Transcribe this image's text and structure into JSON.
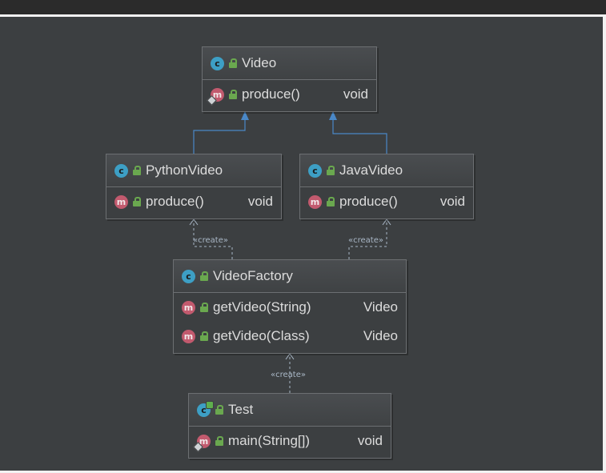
{
  "classes": {
    "video": {
      "name": "Video",
      "methods": [
        {
          "name": "produce()",
          "type": "void"
        }
      ]
    },
    "python_video": {
      "name": "PythonVideo",
      "methods": [
        {
          "name": "produce()",
          "type": "void"
        }
      ]
    },
    "java_video": {
      "name": "JavaVideo",
      "methods": [
        {
          "name": "produce()",
          "type": "void"
        }
      ]
    },
    "video_factory": {
      "name": "VideoFactory",
      "methods": [
        {
          "name": "getVideo(String)",
          "type": "Video"
        },
        {
          "name": "getVideo(Class)",
          "type": "Video"
        }
      ]
    },
    "test": {
      "name": "Test",
      "methods": [
        {
          "name": "main(String[])",
          "type": "void"
        }
      ]
    }
  },
  "icons": {
    "class_icon": "c",
    "method_icon": "m",
    "visibility": "public-lock-icon"
  },
  "edges": {
    "python_creates_label": "«create»",
    "java_creates_label": "«create»",
    "test_creates_label": "«create»"
  },
  "colors": {
    "background": "#3c3f41",
    "inheritance_line": "#4a88c7",
    "dependency_line": "#a9b7c6",
    "class_icon": "#3d9fc5",
    "method_icon": "#c25a6e",
    "visibility_icon": "#6aa84f"
  }
}
